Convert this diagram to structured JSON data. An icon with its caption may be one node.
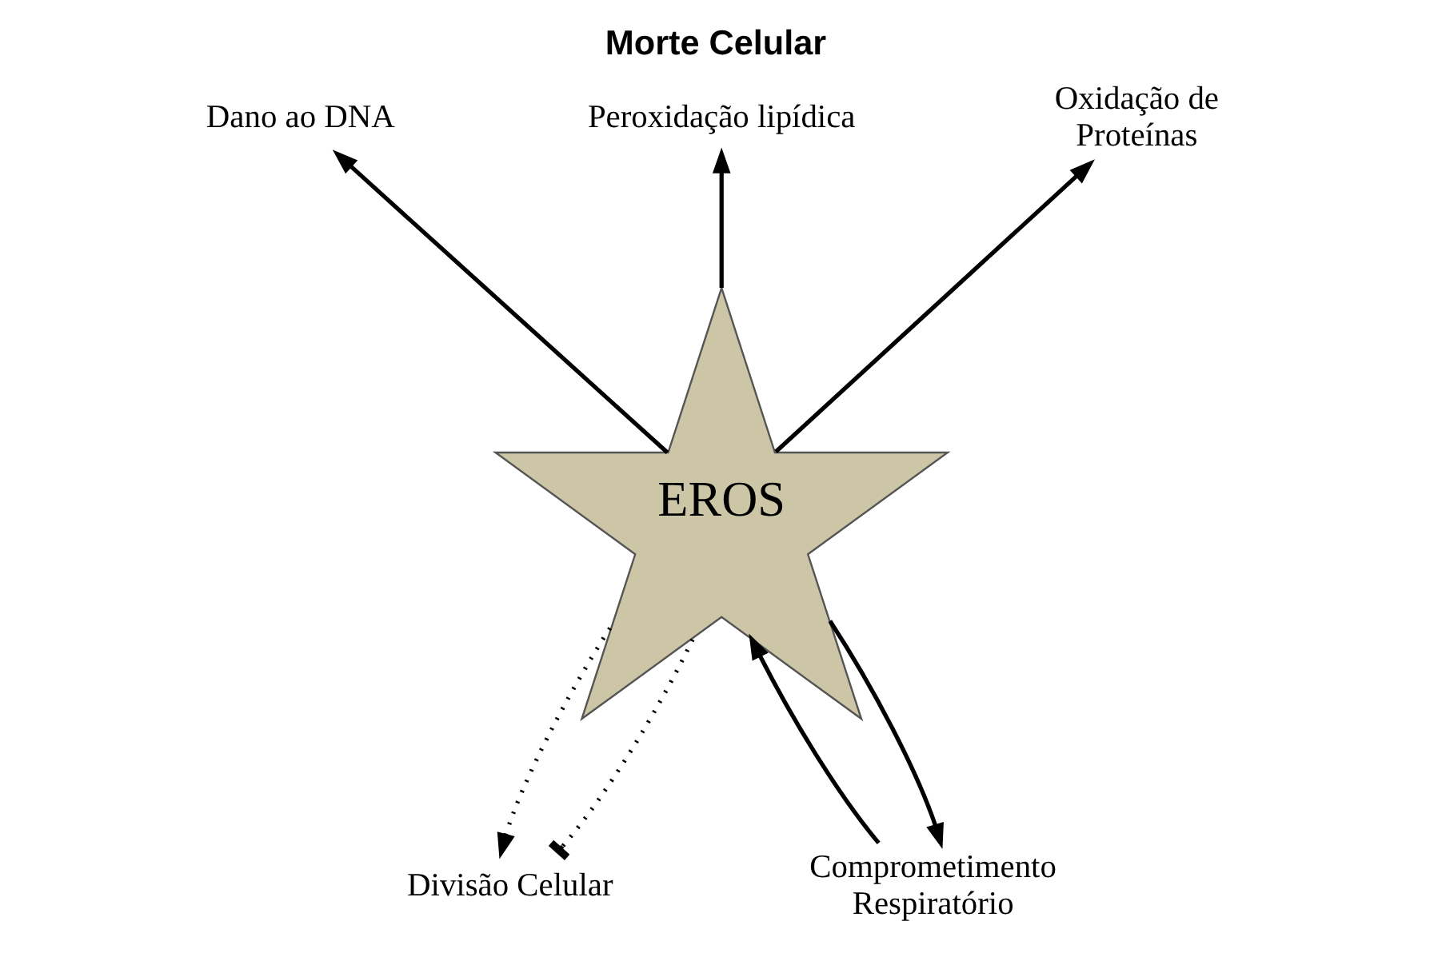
{
  "diagram": {
    "title": "Morte Celular",
    "nodes": [
      {
        "text": [
          "Dano ao DNA"
        ]
      },
      {
        "text": [
          "Peroxidação lipídica"
        ]
      },
      {
        "text": [
          "Oxidação de Proteínas"
        ]
      },
      {
        "text": [
          "EROS"
        ]
      },
      {
        "text": [
          "Divisão Celular"
        ]
      },
      {
        "text": [
          "Comprometimento Respiratório"
        ]
      }
    ],
    "edges": [
      {
        "from": 3,
        "to": 0,
        "arrow": "to"
      },
      {
        "from": 3,
        "to": 1,
        "arrow": "to"
      },
      {
        "from": 3,
        "to": 2,
        "arrow": "to"
      },
      {
        "from": 3,
        "to": 4,
        "arrow": "to",
        "style": "dashed"
      },
      {
        "from": 3,
        "to": 4,
        "arrow": "other",
        "style": "dashed"
      },
      {
        "from": 5,
        "to": 3,
        "arrow": "to"
      },
      {
        "from": 3,
        "to": 5,
        "arrow": "to"
      }
    ]
  }
}
